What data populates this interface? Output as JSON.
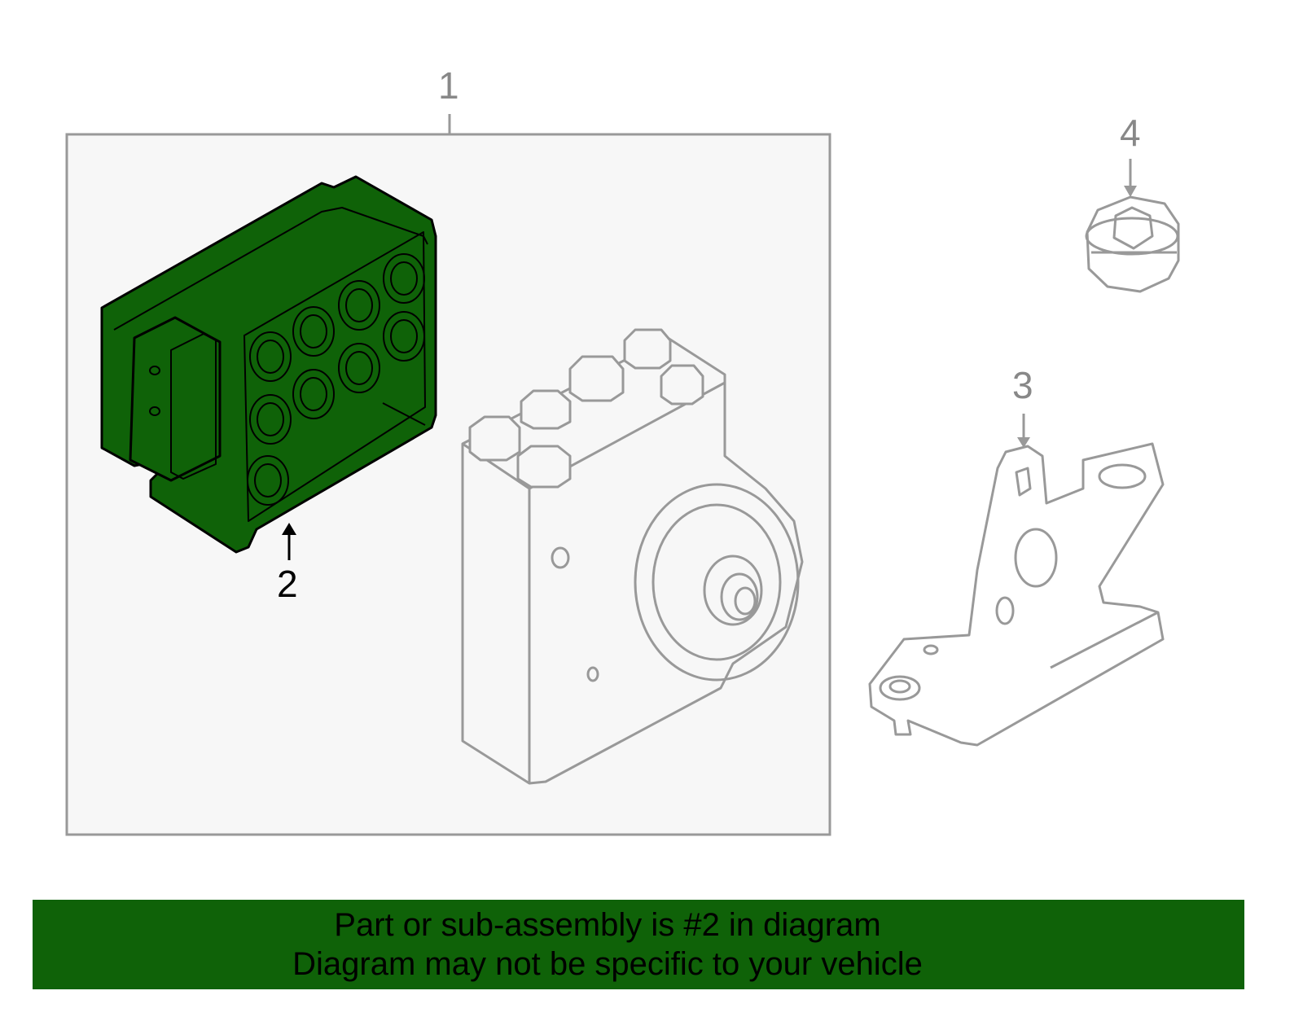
{
  "diagram": {
    "callouts": [
      "1",
      "2",
      "3",
      "4"
    ],
    "highlighted_part": "2",
    "highlight_color": "#0f6208",
    "outline_color": "#999999"
  },
  "banner": {
    "line1": "Part or sub-assembly is #2 in diagram",
    "line2": "Diagram may not be specific to your vehicle"
  }
}
